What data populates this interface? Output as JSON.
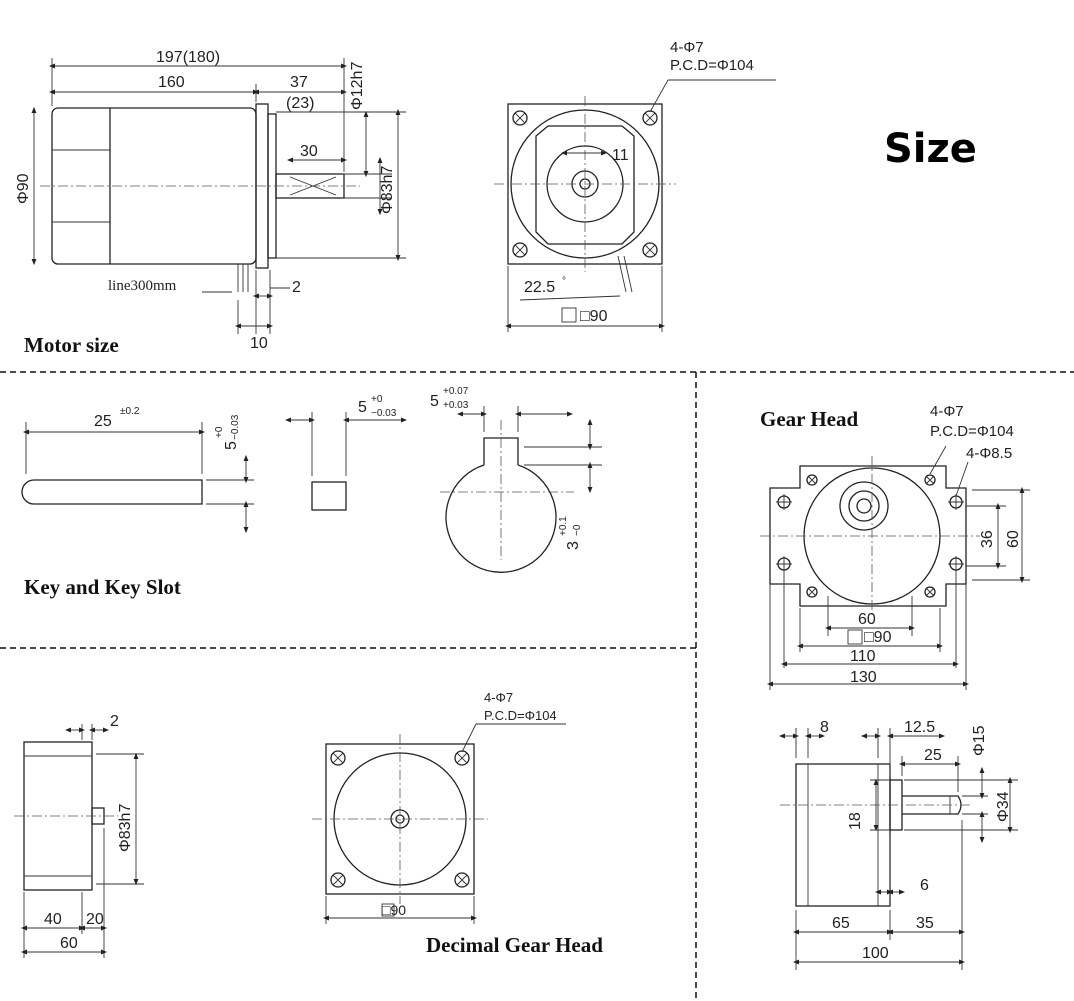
{
  "titles": {
    "main": "Size",
    "motor": "Motor size",
    "key": "Key and Key Slot",
    "gear": "Gear Head",
    "decimal": "Decimal Gear Head"
  },
  "motor_side": {
    "overall": "197(180)",
    "body": "160",
    "shaft_out": "37",
    "shaft_out_alt": "(23)",
    "shaft_dia": "Φ12h7",
    "key_len": "30",
    "pilot": "Φ83h7",
    "body_dia": "Φ90",
    "line": "line300mm",
    "flange_t": "2",
    "lead": "10"
  },
  "motor_front": {
    "holes": "4-Φ7",
    "pcd": "P.C.D=Φ104",
    "flat": "11",
    "angle": "22.5",
    "angle_unit": "°",
    "square": "□90"
  },
  "key": {
    "length": "25",
    "length_tol": "±0.2",
    "height": "5",
    "height_tol_up": "+0",
    "height_tol_dn": "−0.03",
    "width": "5",
    "width_tol_up": "+0",
    "width_tol_dn": "−0.03",
    "slot": "5",
    "slot_tol_up": "+0.07",
    "slot_tol_dn": "+0.03",
    "depth": "3",
    "depth_tol_up": "+0.1",
    "depth_tol_dn": "−0"
  },
  "gear_front": {
    "holes": "4-Φ7",
    "pcd": "P.C.D=Φ104",
    "holes2": "4-Φ8.5",
    "h36": "36",
    "h60": "60",
    "w60": "60",
    "w90": "□90",
    "w110": "110",
    "w130": "130"
  },
  "gear_side": {
    "d8": "8",
    "d12_5": "12.5",
    "d15": "Φ15",
    "d25": "25",
    "d34": "Φ34",
    "d18": "18",
    "d6": "6",
    "d65": "65",
    "d35": "35",
    "d100": "100"
  },
  "decimal_side": {
    "d2": "2",
    "pilot": "Φ83h7",
    "d40": "40",
    "d20": "20",
    "d60": "60"
  },
  "decimal_front": {
    "holes": "4-Φ7",
    "pcd": "P.C.D=Φ104",
    "square": "□90"
  }
}
